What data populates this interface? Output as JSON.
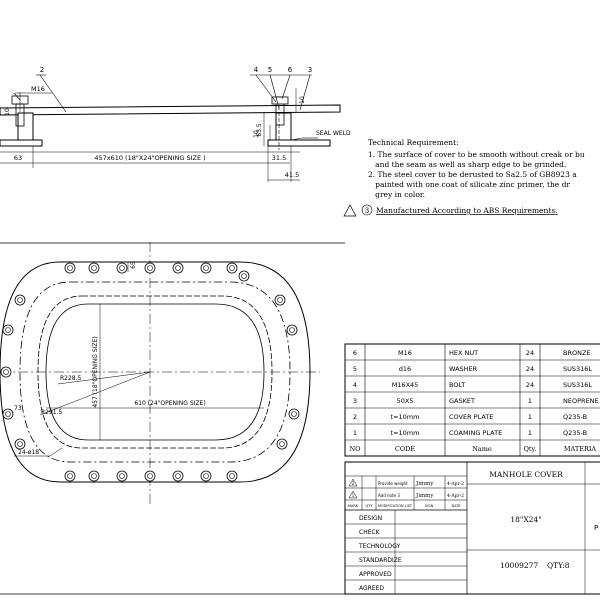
{
  "section_view": {
    "callouts": [
      "2",
      "4",
      "5",
      "6",
      "3"
    ],
    "labels": {
      "m16": "M16",
      "seal_weld": "SEAL WELD",
      "dim_63": "63",
      "dim_opening": "457x610 (18\"X24\"OPENING SIZE )",
      "dim_31_5": "31.5",
      "dim_41_5": "41.5",
      "dim_63_5": "63.5",
      "dim_10a": "10",
      "dim_10b": "10",
      "dim_10c": "10"
    }
  },
  "technical_requirement": {
    "title": "Technical Requirement:",
    "lines": [
      "1. The surface of cover to be smooth without creak or bu",
      "   and the seam as well as sharp edge to be grinded.",
      "2. The steel cover to be derusted  to Sa2.5 of GB8923 a",
      "   painted with one coat of silicate zinc primer, the dr",
      "   grey in color."
    ],
    "note_number": "3",
    "note": "Manufactured According to ABS Requirements."
  },
  "plan_view": {
    "labels": {
      "dim_65": "65",
      "dim_610": "610 (24\"OPENING SIZE)",
      "dim_457": "457 (18\"OPENING SIZE)",
      "r_228_5": "R228.5",
      "r_291_5": "R291.5",
      "dim_73": "73",
      "holes": "24-ø18"
    }
  },
  "bom": {
    "rows": [
      {
        "no": "6",
        "spec": "M16",
        "name": "HEX NUT",
        "qty": "24",
        "material": "BRONZE"
      },
      {
        "no": "5",
        "spec": "d16",
        "name": "WASHER",
        "qty": "24",
        "material": "SUS316L"
      },
      {
        "no": "4",
        "spec": "M16X45",
        "name": " BOLT",
        "qty": "24",
        "material": "SUS316L"
      },
      {
        "no": "3",
        "spec": "50X5",
        "name": "GASKET",
        "qty": "1",
        "material": "NEOPRENE"
      },
      {
        "no": "2",
        "spec": "t=10mm",
        "name": "COVER PLATE",
        "qty": "1",
        "material": "Q235-B"
      },
      {
        "no": "1",
        "spec": "t=10mm",
        "name": "COAMING PLATE",
        "qty": "1",
        "material": "Q235-B"
      }
    ],
    "header": {
      "no": "NO",
      "spec": "CODE",
      "name": "Name",
      "qty": "Qty.",
      "material": "MATERIA"
    }
  },
  "title_block": {
    "revisions": [
      {
        "mark": "2",
        "desc": "Provide weight",
        "by": "Jimmy",
        "date": "4-Apr-2"
      },
      {
        "mark": "1",
        "desc": "Add note 3",
        "by": "Jimmy",
        "date": "4-Apr-2"
      }
    ],
    "revision_header": [
      "MARK",
      "QTY",
      "MODIFICATION LIST",
      "SIGN",
      "DATE"
    ],
    "title": "MANHOLE COVER",
    "size": "18\"X24\"",
    "drawing_no": "10009277",
    "qty": "QTY:8",
    "partial_p": "P",
    "approvals": [
      "DESIGN",
      "CHECK",
      "TECHNOLOGY",
      "STANDARDIZE",
      "APPROVED",
      "AGREED"
    ]
  }
}
